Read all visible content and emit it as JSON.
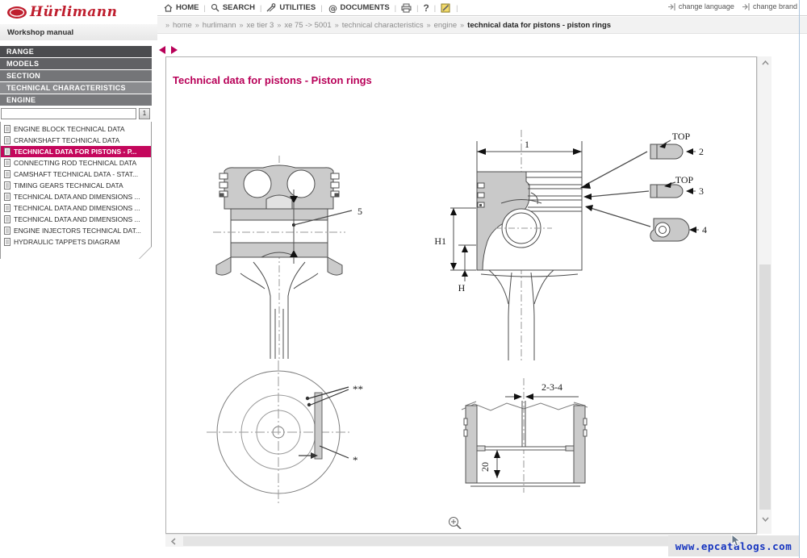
{
  "brand": {
    "logo_text": "Hürlimann",
    "tagline": "Workshop manual"
  },
  "toolbar": {
    "home": "HOME",
    "search": "SEARCH",
    "utilities": "UTILITIES",
    "documents": "DOCUMENTS",
    "help": "?",
    "divider": "|",
    "change_language": "change language",
    "change_brand": "change brand"
  },
  "breadcrumb": {
    "separator": "»",
    "links": [
      "home",
      "hurlimann",
      "xe tier 3",
      "xe 75 -> 5001",
      "technical characteristics",
      "engine"
    ],
    "current": "technical data for pistons - piston rings"
  },
  "sidebar": {
    "sections": [
      "RANGE",
      "MODELS",
      "SECTION",
      "TECHNICAL CHARACTERISTICS",
      "ENGINE"
    ],
    "filter_value": "",
    "filter_button": "1",
    "documents": [
      {
        "label": "ENGINE BLOCK TECHNICAL DATA",
        "selected": false
      },
      {
        "label": "CRANKSHAFT TECHNICAL DATA",
        "selected": false
      },
      {
        "label": "TECHNICAL DATA FOR PISTONS - P...",
        "selected": true
      },
      {
        "label": "CONNECTING ROD TECHNICAL DATA",
        "selected": false
      },
      {
        "label": "CAMSHAFT TECHNICAL DATA - STAT...",
        "selected": false
      },
      {
        "label": "TIMING GEARS TECHNICAL DATA",
        "selected": false
      },
      {
        "label": "TECHNICAL DATA AND DIMENSIONS ...",
        "selected": false
      },
      {
        "label": "TECHNICAL DATA AND DIMENSIONS ...",
        "selected": false
      },
      {
        "label": "TECHNICAL DATA AND DIMENSIONS ...",
        "selected": false
      },
      {
        "label": "ENGINE INJECTORS TECHNICAL DAT...",
        "selected": false
      },
      {
        "label": "HYDRAULIC TAPPETS DIAGRAM",
        "selected": false
      }
    ]
  },
  "content": {
    "title": "Technical data for pistons - Piston rings",
    "figure": {
      "front_view": {
        "label_5": "5"
      },
      "section_view": {
        "label_1": "1",
        "label_h1": "H1",
        "label_h": "H",
        "label_2": "2",
        "label_3": "3",
        "label_4": "4",
        "label_top_2": "TOP",
        "label_top_3": "TOP"
      },
      "top_view": {
        "label_star": "*",
        "label_double_star": "**"
      },
      "bore_view": {
        "label_rings": "2-3-4",
        "label_depth": "20"
      }
    }
  },
  "watermark": "www.epcatalogs.com"
}
